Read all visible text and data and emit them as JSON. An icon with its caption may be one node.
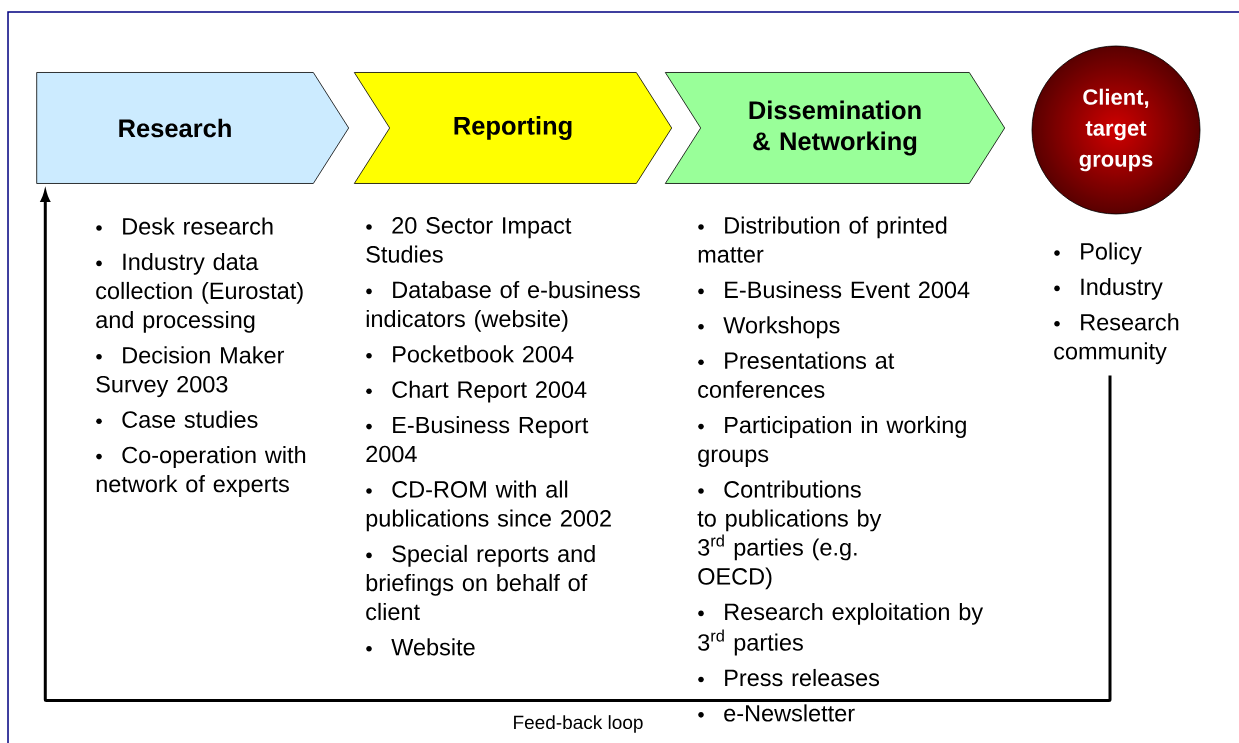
{
  "diagram": {
    "nodes": [
      {
        "text": [
          "Research"
        ],
        "beside": [
          "Desk research",
          "Industry data collection (Eurostat) and processing",
          "Decision Maker Survey 2003",
          "Case studies",
          "Co-operation with network of experts"
        ]
      },
      {
        "text": [
          "Reporting"
        ],
        "beside": [
          "20 Sector Impact Studies",
          "Database of e-business indicators (website)",
          "Pocketbook 2004",
          "Chart Report 2004",
          "E-Business Report 2004",
          "CD-ROM with all publications since 2002",
          "Special reports and briefings on behalf of client",
          "Website"
        ]
      },
      {
        "text": [
          "Dissemination & Networking"
        ],
        "beside": [
          "Distribution of printed matter",
          "E-Business Event 2004",
          "Workshops",
          "Presentations at conferences",
          "Participation in working groups",
          "Contributions to publications by 3$^{rd}$ parties (e.g. OECD)",
          "Research exploitation by 3$^{rd}$ parties",
          "Press releases",
          "e-Newsletter"
        ]
      },
      {
        "text": [
          "Client, target groups"
        ],
        "beside": [
          "Policy",
          "Industry",
          "Research community"
        ]
      }
    ],
    "edges": [
      {
        "from": 3,
        "to": 0,
        "arrow": "to",
        "label": "Feed-back loop"
      }
    ]
  }
}
